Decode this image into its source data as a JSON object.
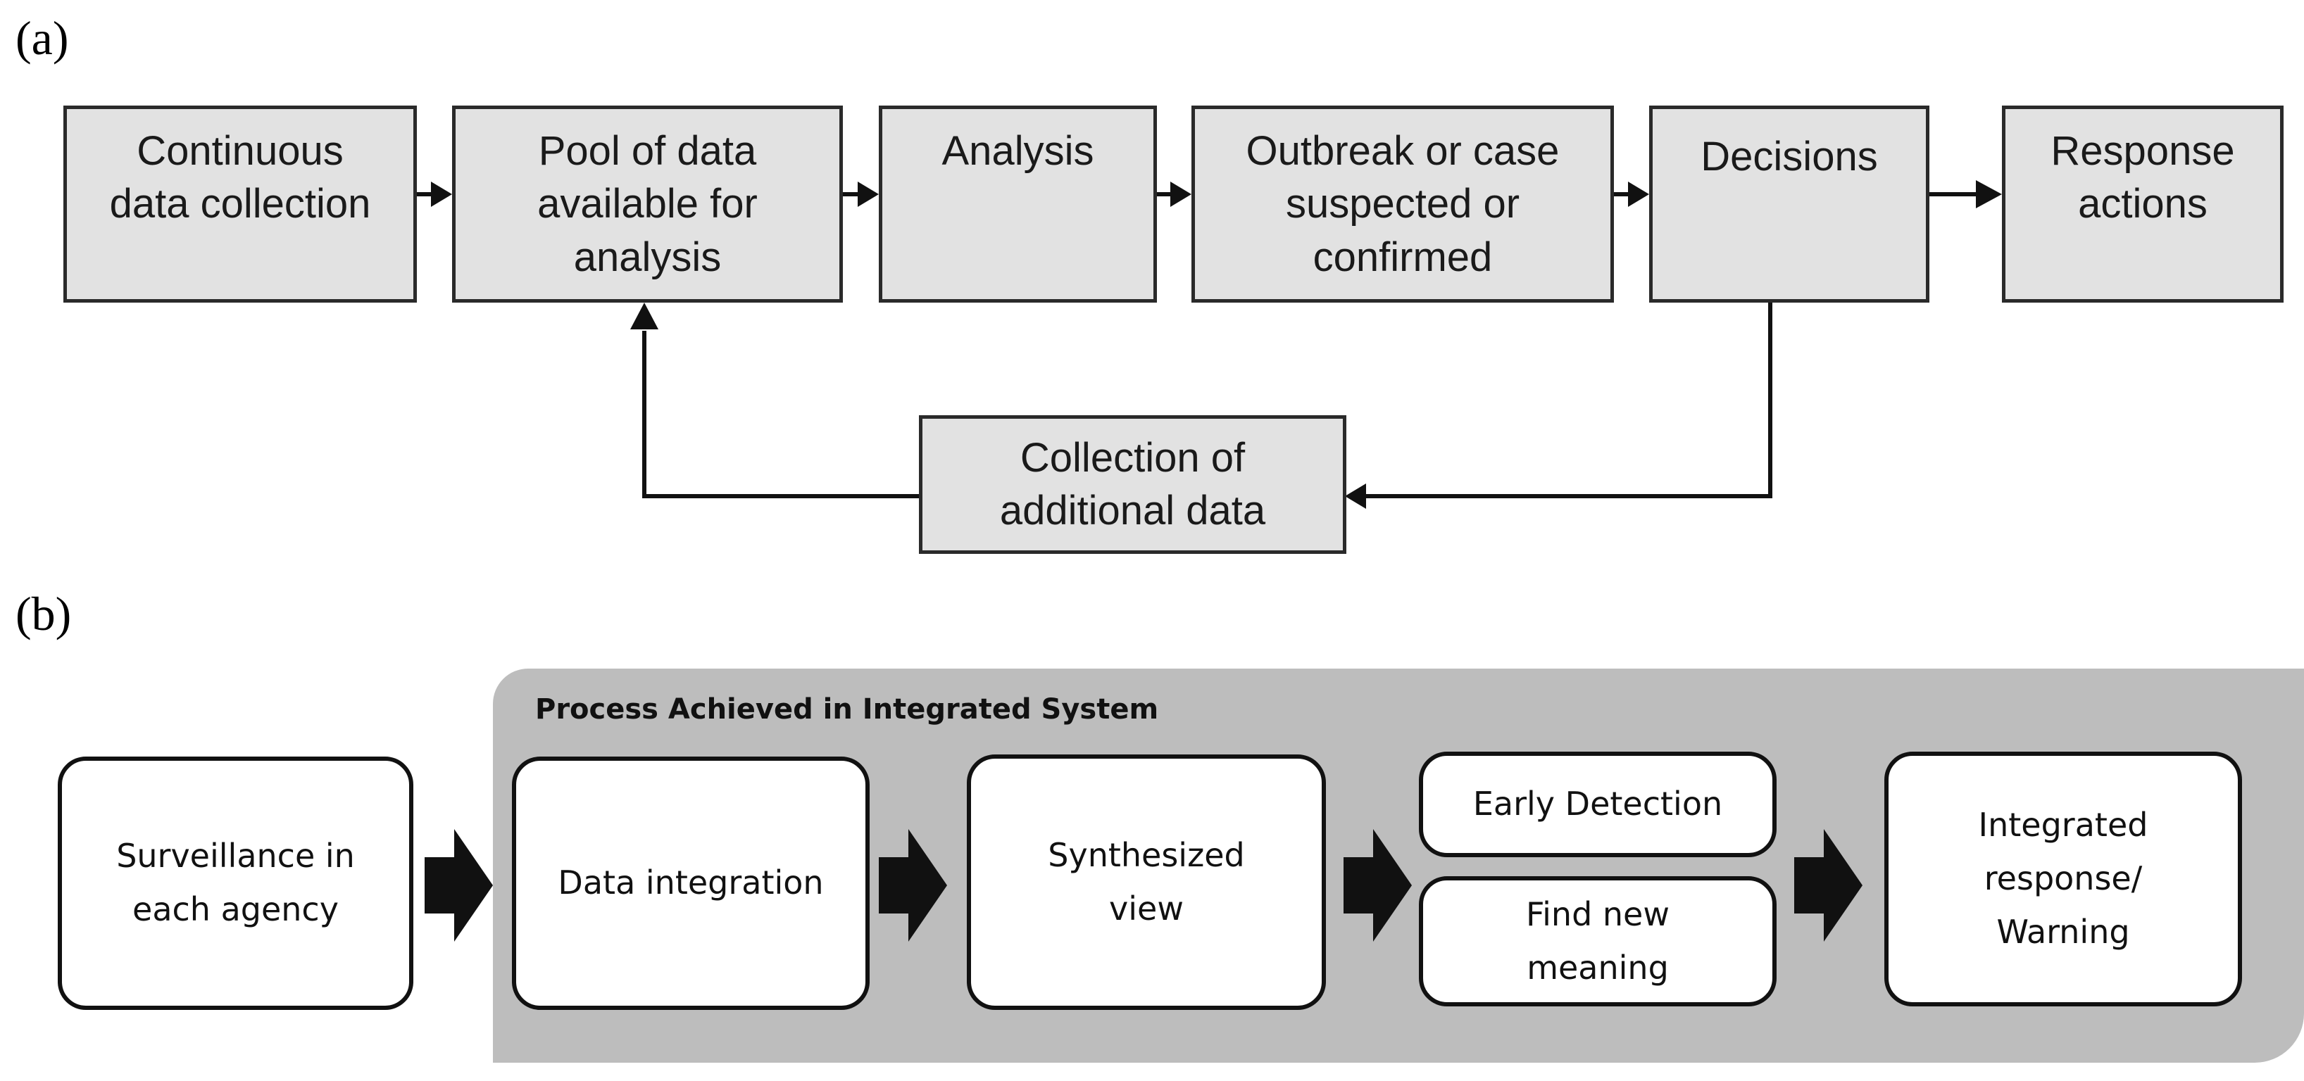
{
  "panel_a": {
    "label": "(a)",
    "boxes": {
      "continuous": "Continuous\ndata collection",
      "pool": "Pool of data\navailable for\nanalysis",
      "analysis": "Analysis",
      "outbreak": "Outbreak or case\nsuspected or\nconfirmed",
      "decisions": "Decisions",
      "response": "Response\nactions",
      "additional": "Collection of\nadditional data"
    }
  },
  "panel_b": {
    "label": "(b)",
    "group_title": "Process Achieved in Integrated System",
    "boxes": {
      "surveillance": "Surveillance in\neach agency",
      "integration": "Data integration",
      "synthesized": "Synthesized\nview",
      "early": "Early Detection",
      "meaning": "Find new\nmeaning",
      "integrated": "Integrated\nresponse/\nWarning"
    }
  },
  "colors": {
    "box_fill_a": "#e2e2e2",
    "group_fill_b": "#bdbdbd",
    "line": "#111111"
  }
}
